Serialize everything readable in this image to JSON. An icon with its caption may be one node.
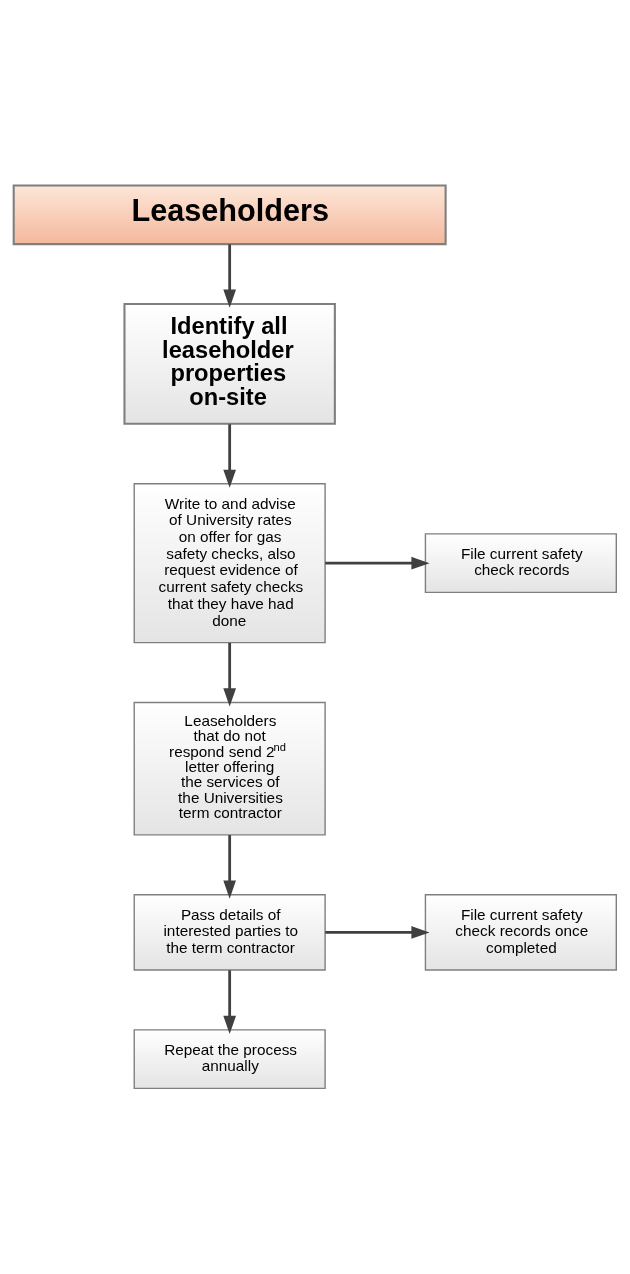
{
  "diagram": {
    "nodes": [
      {
        "text": [
          "Leaseholders"
        ]
      },
      {
        "text": [
          "Identify all leaseholder properties on-site"
        ]
      },
      {
        "text": [
          "Write to and advise of University rates on offer for gas safety checks, also request evidence of current safety checks that they have had done"
        ]
      },
      {
        "text": [
          "File current safety check records"
        ]
      },
      {
        "text": [
          "Leaseholders that do not respond send 2$^{nd}$ letter offering the services of the Universities term contractor"
        ]
      },
      {
        "text": [
          "Pass details of interested parties to the term contractor"
        ]
      },
      {
        "text": [
          "File current safety check records once completed"
        ]
      },
      {
        "text": [
          "Repeat the process annually"
        ]
      }
    ],
    "edges": [
      {
        "from": 0,
        "to": 1,
        "arrow": "to"
      },
      {
        "from": 1,
        "to": 2,
        "arrow": "to"
      },
      {
        "from": 2,
        "to": 3,
        "arrow": "to"
      },
      {
        "from": 2,
        "to": 4,
        "arrow": "to"
      },
      {
        "from": 4,
        "to": 5,
        "arrow": "to"
      },
      {
        "from": 5,
        "to": 6,
        "arrow": "to"
      },
      {
        "from": 5,
        "to": 7,
        "arrow": "to"
      }
    ]
  }
}
